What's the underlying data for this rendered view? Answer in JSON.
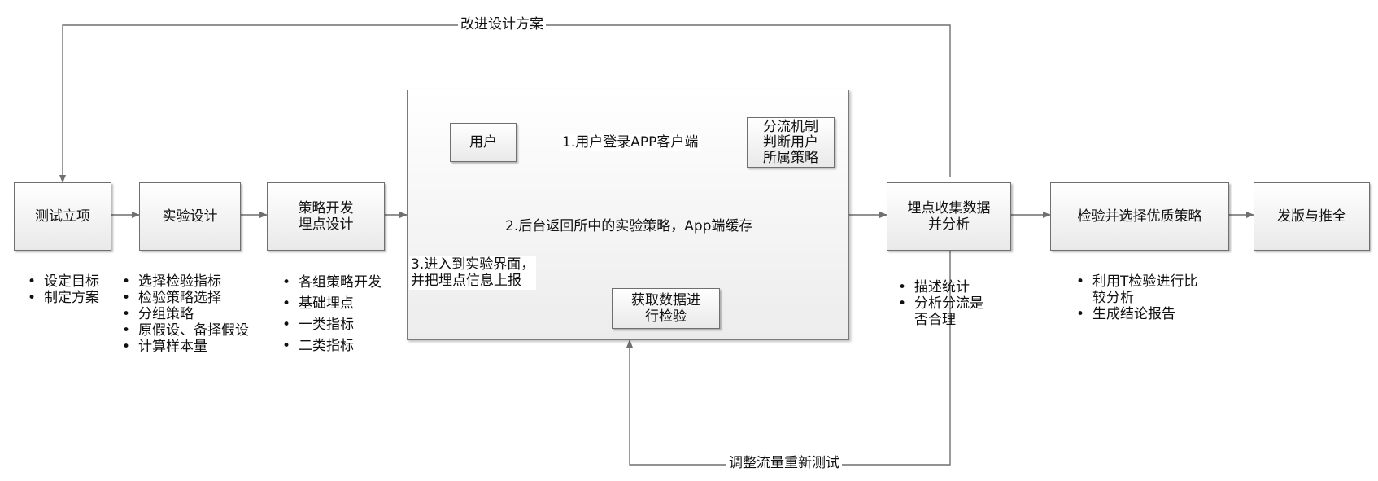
{
  "top_loop": {
    "label": "改进设计方案"
  },
  "bottom_loop": {
    "label": "调整流量重新测试"
  },
  "boxes": {
    "test_setup": "测试立项",
    "experiment_design": "实验设计",
    "strategy_dev": "策略开发\n埋点设计",
    "collect": "埋点收集数据\n并分析",
    "select": "检验并选择优质策略",
    "release": "发版与推全",
    "user": "用户",
    "traffic_split": "分流机制\n判断用户\n所属策略",
    "fetch_data": "获取数据进\n行检验"
  },
  "flow_labels": {
    "step1": "1.用户登录APP客户端",
    "step2": "2.后台返回所中的实验策略，App端缓存",
    "step3": "3.进入到实验界面，\n并把埋点信息上报"
  },
  "bullets": {
    "test_setup": [
      "设定目标",
      "制定方案"
    ],
    "experiment_design": [
      "选择检验指标",
      "检验策略选择",
      "分组策略",
      "原假设、备择假设",
      "计算样本量"
    ],
    "strategy_dev": [
      "各组策略开发",
      "基础埋点",
      "一类指标",
      "二类指标"
    ],
    "collect": [
      "描述统计",
      "分析分流是\n否合理"
    ],
    "select": [
      "利用T检验进行比\n较分析",
      "生成结论报告"
    ]
  },
  "colors": {
    "line": "#6f6f6f",
    "box_border": "#6f6f6f"
  }
}
